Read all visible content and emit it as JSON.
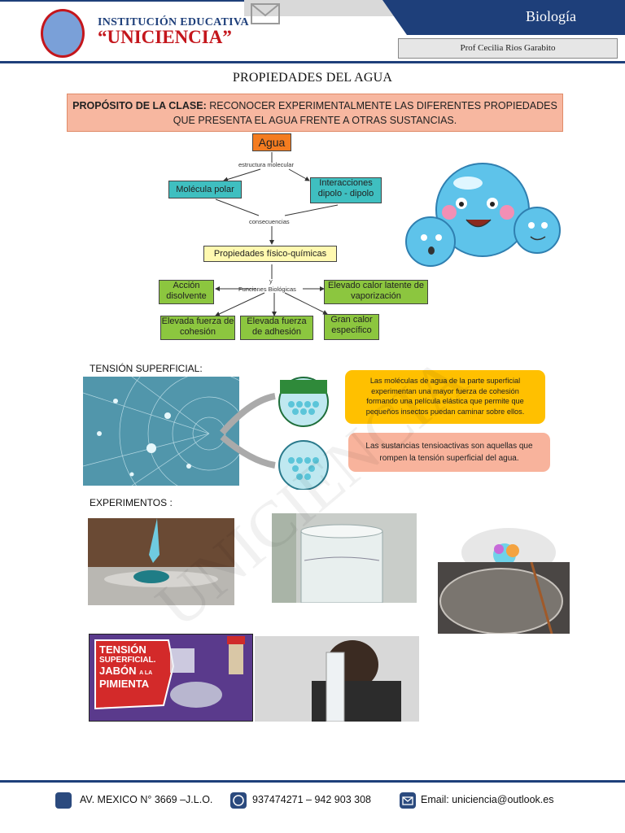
{
  "header": {
    "institution_line1": "INSTITUCIÓN EDUCATIVA",
    "institution_line2": "“UNICIENCIA”",
    "subject": "Biología",
    "teacher": "Prof Cecilia Rios Garabito"
  },
  "title": "PROPIEDADES DEL AGUA",
  "purpose": {
    "label": "PROPÓSITO DE LA CLASE:",
    "text": " RECONOCER EXPERIMENTALMENTE LAS DIFERENTES PROPIEDADES QUE PRESENTA EL AGUA FRENTE A OTRAS SUSTANCIAS."
  },
  "concept_map": {
    "root": "Agua",
    "link_structure": "estructura molecular",
    "polar": "Molécula polar",
    "interactions": "Interacciones dipolo - dipolo",
    "link_consequences": "consecuencias",
    "properties": "Propiedades físico-químicas",
    "link_y": "y",
    "link_functions": "Funciones Biológicas",
    "solvent": "Acción disolvente",
    "latent_heat": "Elevado calor latente de vaporización",
    "cohesion": "Elevada fuerza de cohesión",
    "adhesion": "Elevada fuerza de adhesión",
    "specific_heat": "Gran calor específico"
  },
  "tension": {
    "heading": "TENSIÓN SUPERFICIAL:",
    "note1": "Las moléculas de agua de la parte superficial experimentan una mayor fuerza de cohesión formando una película elástica que permite que pequeños insectos puedan caminar sobre ellos.",
    "note2": "Las sustancias tensioactivas son aquellas que rompen la tensión superficial del agua."
  },
  "experiments": {
    "heading": "EXPERIMENTOS :",
    "poster_line1": "TENSIÓN",
    "poster_line2": "SUPERFICIAL.",
    "poster_line3": "JABÓN",
    "poster_line4": "A LA",
    "poster_line5": "PIMIENTA"
  },
  "footer": {
    "address": "AV. MEXICO N° 3669 –J.L.O.",
    "phone": "937474271 – 942 903 308",
    "email": "Email: uniciencia@outlook.es"
  },
  "colors": {
    "navy": "#1e3f7a",
    "brand_red": "#c4161c",
    "purpose_bg": "#f7b7a0",
    "concept_green": "#8cc63f",
    "concept_teal": "#3fbfc0",
    "note_yellow": "#ffc000"
  }
}
